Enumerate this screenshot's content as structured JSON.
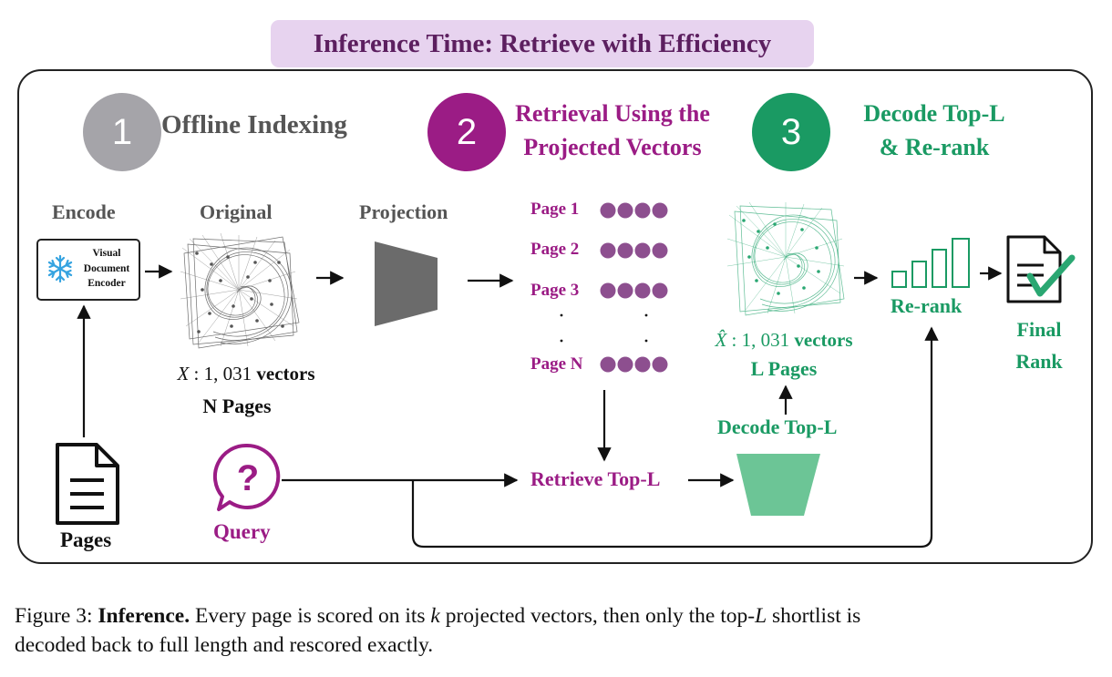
{
  "title": "Inference Time: Retrieve with Efficiency",
  "steps": [
    {
      "number": "1",
      "label_line1": "Offline Indexing",
      "label_line2": "",
      "color": "#a5a4a9"
    },
    {
      "number": "2",
      "label_line1": "Retrieval Using the",
      "label_line2": "Projected Vectors",
      "color": "#9b1c85"
    },
    {
      "number": "3",
      "label_line1": "Decode Top-L",
      "label_line2": "& Re-rank",
      "color": "#1a9a63"
    }
  ],
  "encode": {
    "heading": "Encode",
    "box_line1": "Visual",
    "box_line2": "Document",
    "box_line3": "Encoder",
    "icon": "snowflake-icon"
  },
  "original": {
    "heading": "Original",
    "vectors_symbol": "X",
    "vectors_text": " : 1, 031 ",
    "vectors_word": "vectors",
    "pages": "N Pages"
  },
  "projection": {
    "heading": "Projection"
  },
  "page_list": {
    "items": [
      "Page 1",
      "Page 2",
      "Page 3",
      "Page N"
    ],
    "dots": ". . . ."
  },
  "decoded": {
    "vectors_symbol": "X̂",
    "vectors_text": " : 1, 031 ",
    "vectors_word": "vectors",
    "pages": "L Pages",
    "decode_label": "Decode Top-L"
  },
  "rerank": {
    "label": "Re-rank"
  },
  "final": {
    "line1": "Final",
    "line2": "Rank"
  },
  "pages_doc": {
    "label": "Pages"
  },
  "query": {
    "label": "Query",
    "icon_glyph": "?"
  },
  "retrieve": {
    "label": "Retrieve Top-L"
  },
  "caption": {
    "prefix": "Figure 3: ",
    "bold": "Inference.",
    "text1": " Every page is scored on its ",
    "k": "k",
    "text2": " projected vectors, then only the top-",
    "L": "L",
    "text3": " shortlist is",
    "line2": "decoded back to full length and rescored exactly."
  },
  "colors": {
    "purple": "#9b1c85",
    "green": "#1a9a63",
    "gray": "#a5a4a9",
    "dark_text": "#555555",
    "title_bg": "#e7d3ef",
    "title_text": "#5c1f5f",
    "dot_purple": "#8d4f8f",
    "trapezoid_gray": "#6b6b6b",
    "trapezoid_green": "#6cc596",
    "snowflake_blue": "#35a3e0"
  }
}
